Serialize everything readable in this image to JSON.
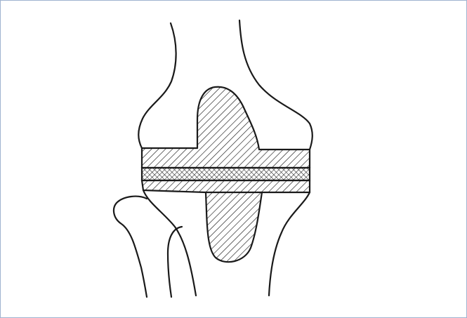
{
  "figure": {
    "subject": "knee-prosthesis-line-drawing",
    "colors": {
      "ink": "#1a1a1a",
      "frame_border": "#9fb3cf",
      "background": "#ffffff"
    },
    "components": [
      "femur",
      "femoral-component",
      "tibial-component",
      "tibial-stem",
      "polyethylene-insert",
      "tibia",
      "fibula"
    ]
  }
}
